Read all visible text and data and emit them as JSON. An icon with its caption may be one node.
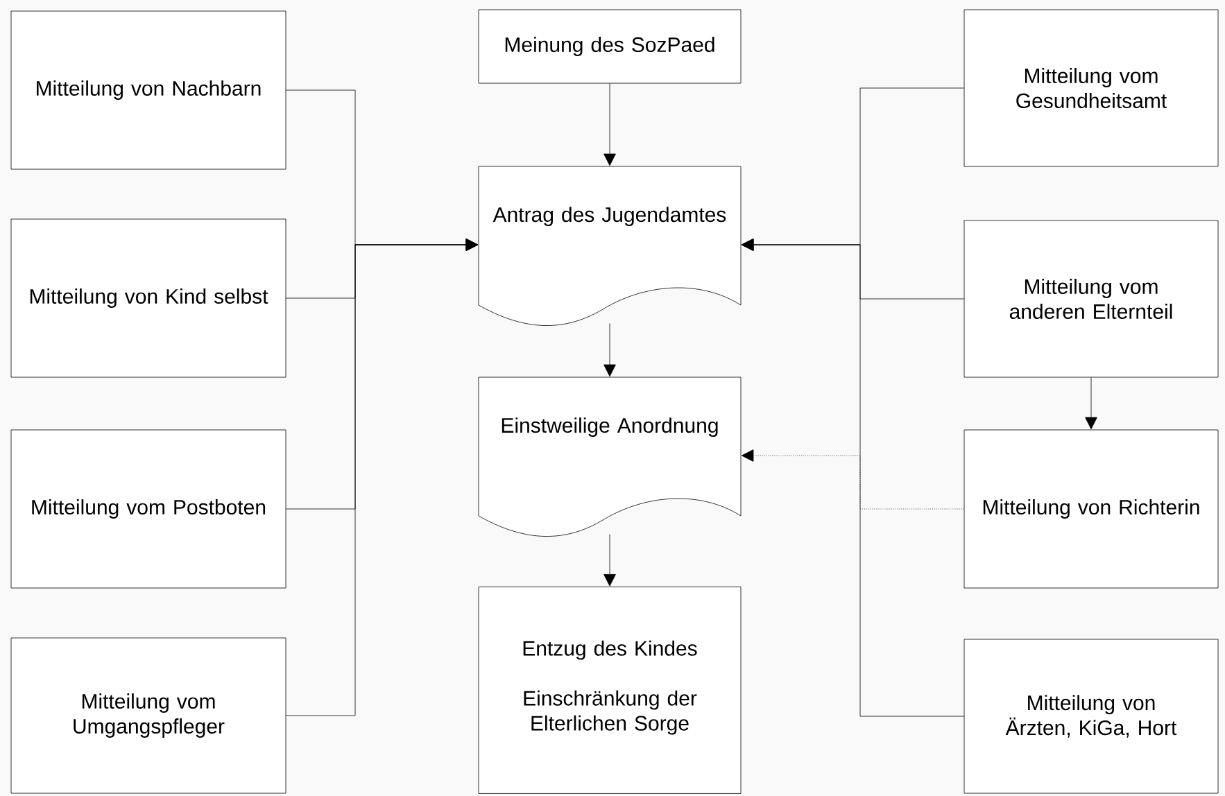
{
  "diagram": {
    "nodes": [
      {
        "text": [
          "Mitteilung von Nachbarn"
        ]
      },
      {
        "text": [
          "Mitteilung von Kind selbst"
        ]
      },
      {
        "text": [
          "Mitteilung vom Postboten"
        ]
      },
      {
        "text": [
          "Mitteilung vom Umgangspfleger"
        ]
      },
      {
        "text": [
          "Meinung des SozPaed"
        ]
      },
      {
        "text": [
          "Antrag des Jugendamtes"
        ]
      },
      {
        "text": [
          "Einstweilige Anordnung"
        ]
      },
      {
        "text": [
          "Entzug des Kindes",
          "Einschränkung der Elterlichen Sorge"
        ]
      },
      {
        "text": [
          "Mitteilung vom Gesundheitsamt"
        ]
      },
      {
        "text": [
          "Mitteilung vom anderen Elternteil"
        ]
      },
      {
        "text": [
          "Mitteilung von Richterin"
        ]
      },
      {
        "text": [
          "Mitteilung von Ärzten, KiGa, Hort"
        ]
      }
    ],
    "edges": [
      {
        "from": 0,
        "to": 5,
        "arrow": "to"
      },
      {
        "from": 1,
        "to": 5,
        "arrow": "to"
      },
      {
        "from": 2,
        "to": 5,
        "arrow": "to"
      },
      {
        "from": 3,
        "to": 5,
        "arrow": "to"
      },
      {
        "from": 4,
        "to": 5,
        "arrow": "to"
      },
      {
        "from": 5,
        "to": 6,
        "arrow": "to"
      },
      {
        "from": 6,
        "to": 7,
        "arrow": "to"
      },
      {
        "from": 8,
        "to": 5,
        "arrow": "to"
      },
      {
        "from": 9,
        "to": 5,
        "arrow": "to"
      },
      {
        "from": 11,
        "to": 5,
        "arrow": "to"
      },
      {
        "from": 10,
        "to": 6,
        "arrow": "to",
        "style": "dashed"
      },
      {
        "from": 9,
        "to": 10,
        "arrow": "to"
      }
    ]
  }
}
